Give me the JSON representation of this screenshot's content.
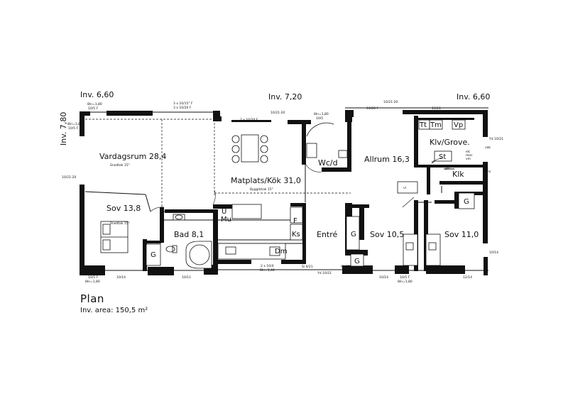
{
  "levels": {
    "left": "Inv. 6,60",
    "mid": "Inv. 7,20",
    "right": "Inv. 6,60",
    "side": "Inv. 7,80"
  },
  "rooms": {
    "vardagsrum": "Vardagsrum 28,4",
    "matplats": "Matplats/Kök 31,0",
    "wc": "Wc/d",
    "allrum": "Allrum 16,3",
    "klv": "Klv/Grove.",
    "klk": "Klk",
    "sov1": "Sov 13,8",
    "bad": "Bad 8,1",
    "entre": "Entré",
    "sov2": "Sov 10,5",
    "sov3": "Sov 11,0"
  },
  "symbols": {
    "g": "G",
    "f": "F",
    "ks": "Ks",
    "dm": "Dm",
    "mu": "Mu",
    "u": "U",
    "tt": "Tt",
    "tm": "Tm",
    "vp": "Vp",
    "st": "St",
    "vl": "vl",
    "gvc": "gvc",
    "fms": "fms",
    "vak": "vak"
  },
  "notes": {
    "snedtak1": "Snedtak 15°",
    "snedtak2": "Snedtak 15°",
    "bygglistak": "Bygglistak 15°",
    "w_top1a": "3 x 10/15° F",
    "w_top1b": "3 x 10/20 F",
    "w_top2": "2 x 10/20 F",
    "w_top3": "10/21-20",
    "w_top4a": "8ln=1,80",
    "w_top4b": "10/5",
    "w_top5": "10/20 F",
    "w_top6": "10/21-20",
    "w_top7": "15/11",
    "w_tl_a": "8ln=1,80",
    "w_tl_b": "10/5 F",
    "w_left_a": "8ln=1,80",
    "w_left_b": "10/5 F",
    "w_left2": "10/21-20",
    "w_right1": "Yd 10/21",
    "w_right2": "10/14",
    "w_bot1a": "10/5 F",
    "w_bot1b": "8ln=1,80",
    "w_bot2": "10/14",
    "w_bot3": "10/11",
    "w_bot4a": "2 x 10/4",
    "w_bot4b": "8ln=1,40",
    "w_bot5": "Si 4/21",
    "w_bot6": "Yd 10/21",
    "w_bot7": "Si 4/21",
    "w_bot8": "10/14",
    "w_bot9a": "10/5 F",
    "w_bot9b": "8ln=1,80",
    "w_bot10": "12/14",
    "elc": "elc",
    "mec": "mec",
    "vm": "vm"
  },
  "caption": {
    "title": "Plan",
    "area": "Inv. area: 150,5 m²"
  }
}
